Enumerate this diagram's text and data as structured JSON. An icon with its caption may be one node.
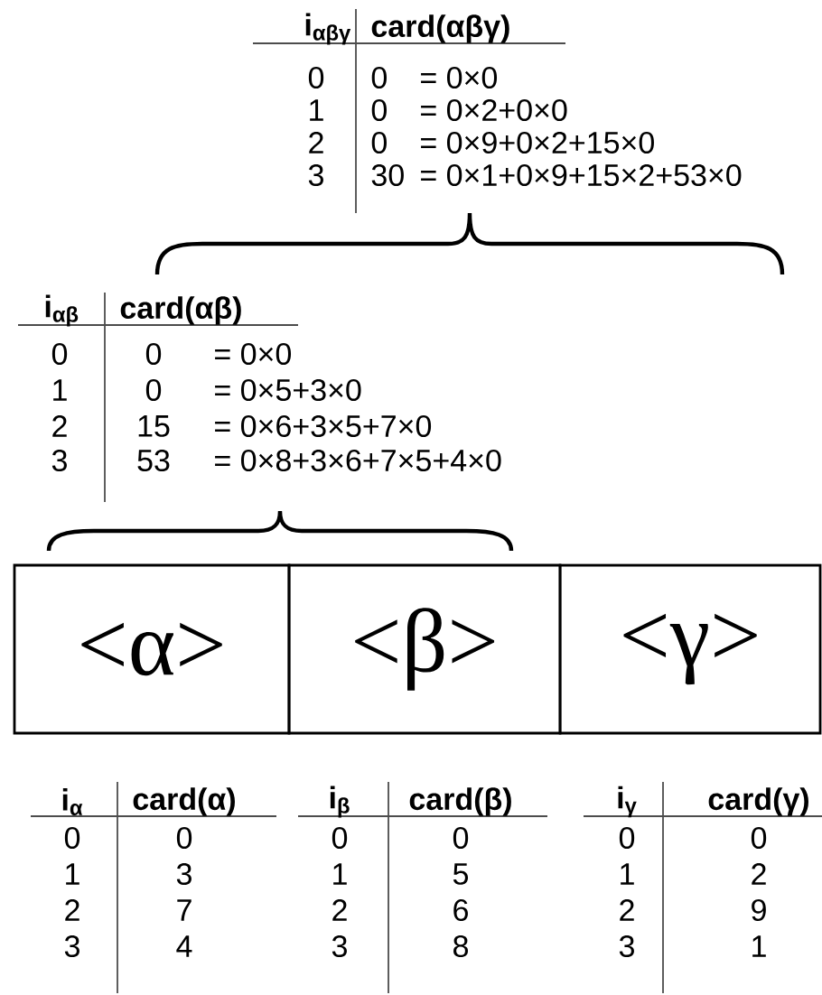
{
  "diagram": {
    "nodes": [
      {
        "text": [
          "<α>"
        ]
      },
      {
        "text": [
          "<β>"
        ]
      },
      {
        "text": [
          "<γ>"
        ]
      }
    ],
    "edges": [],
    "labels": [
      "**i**$_{αβγ}$",
      "card(αβγ)",
      "0",
      "0",
      "= 0×0",
      "1",
      "0",
      "= 0×2+0×0",
      "2",
      "0",
      "= 0×9+0×2+15×0",
      "3",
      "30",
      "= 0×1+0×9+15×2+53×0",
      "**i**$_{αβ}$",
      "card(αβ)",
      "0",
      "0",
      "= 0×0",
      "1",
      "0",
      "= 0×5+3×0",
      "2",
      "15",
      "= 0×6+3×5+7×0",
      "3",
      "53",
      "= 0×8+3×6+7×5+4×0",
      "**i**$_{α}$",
      "card(α)",
      "0",
      "0",
      "1",
      "3",
      "2",
      "7",
      "3",
      "4",
      "**i**$_{β}$",
      "card(β)",
      "0",
      "0",
      "1",
      "5",
      "2",
      "6",
      "3",
      "8",
      "**i**$_{γ}$",
      "card(γ)",
      "0",
      "0",
      "1",
      "2",
      "2",
      "9",
      "3",
      "1"
    ]
  }
}
